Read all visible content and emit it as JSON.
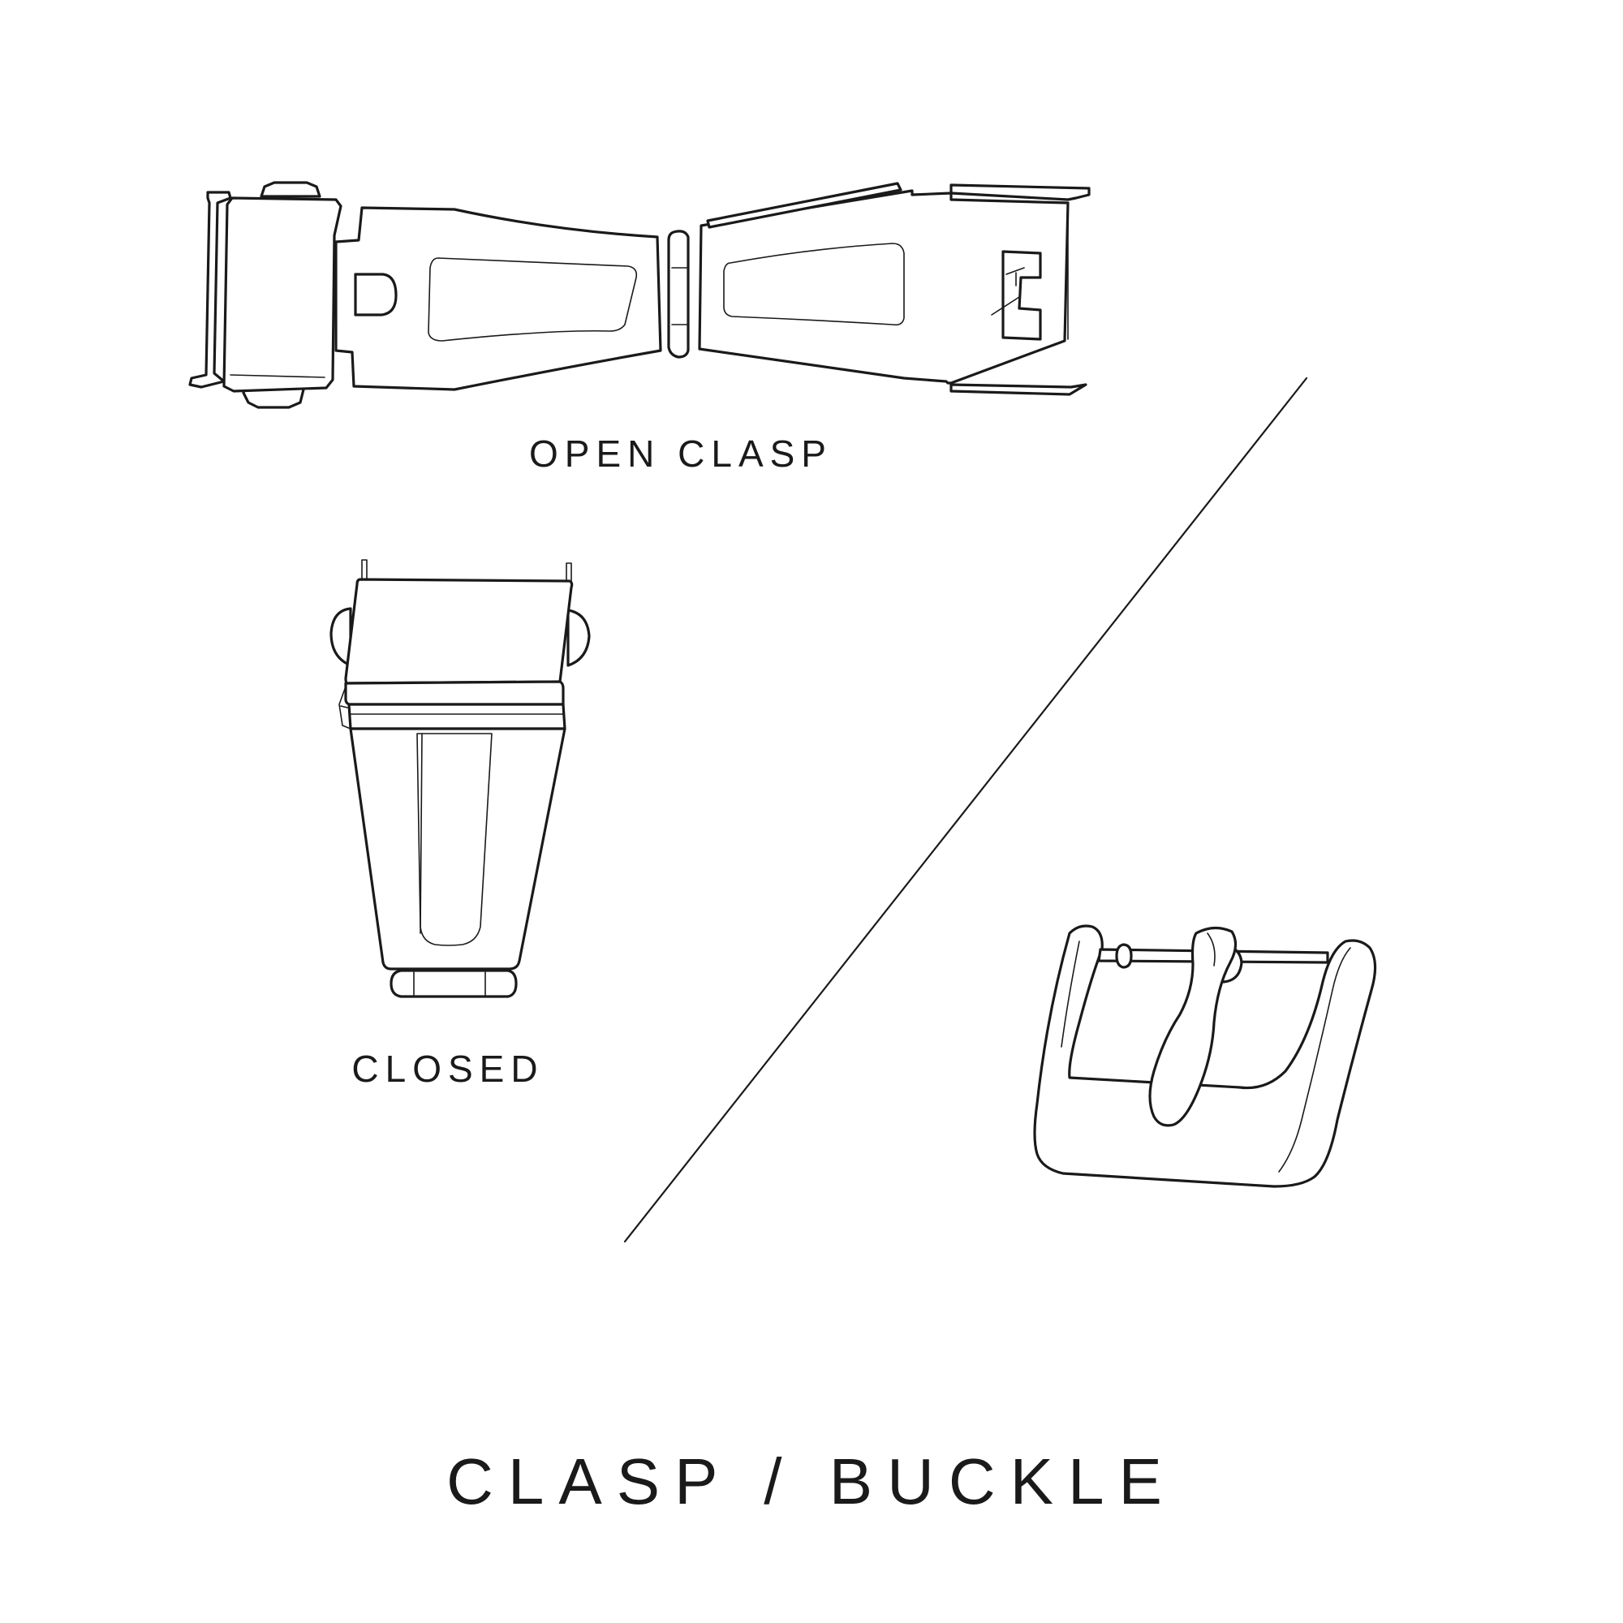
{
  "labels": {
    "open_clasp": "OPEN CLASP",
    "closed": "CLOSED",
    "title": "CLASP / BUCKLE"
  },
  "colors": {
    "background": "#ffffff",
    "line": "#1a1a1a"
  }
}
